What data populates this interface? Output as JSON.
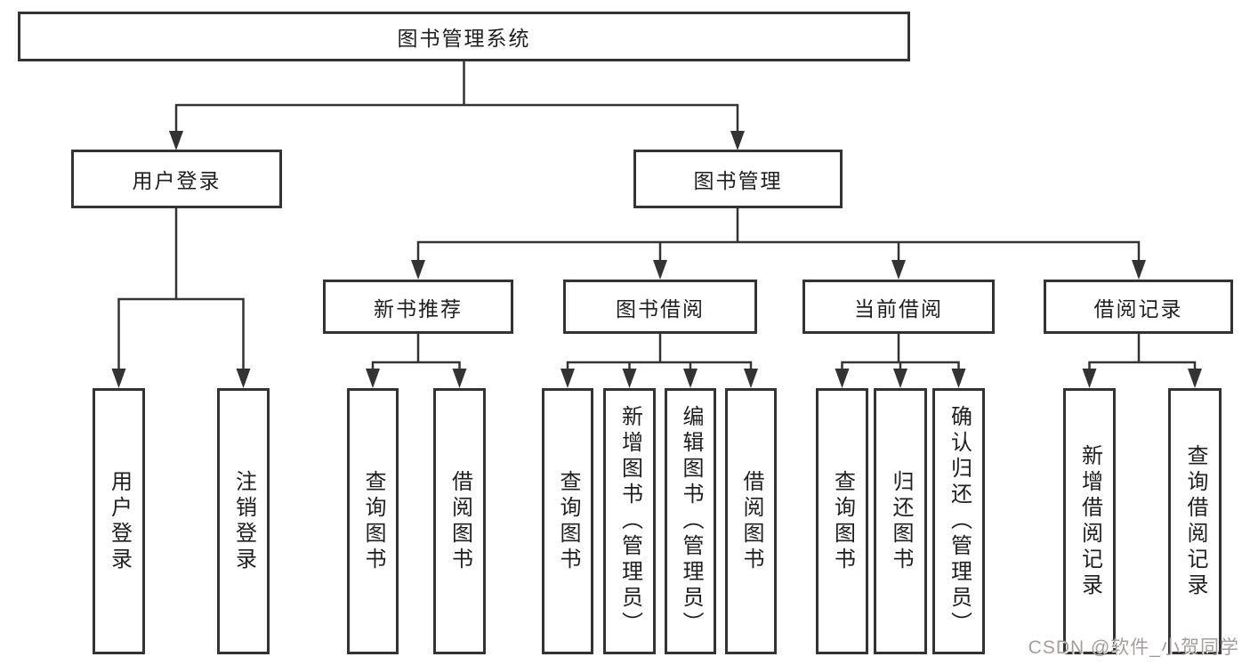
{
  "diagram": {
    "title": "图书管理系统",
    "root": {
      "label": "图书管理系统"
    },
    "level2": [
      {
        "label": "用户登录"
      },
      {
        "label": "图书管理"
      }
    ],
    "level3": [
      {
        "label": "新书推荐"
      },
      {
        "label": "图书借阅"
      },
      {
        "label": "当前借阅"
      },
      {
        "label": "借阅记录"
      }
    ],
    "leaves": {
      "user_login": [
        "用户登录",
        "注销登录"
      ],
      "new_book_recommend": [
        "查询图书",
        "借阅图书"
      ],
      "book_borrow": [
        "查询图书",
        "新增图书（管理员）",
        "编辑图书（管理员）",
        "借阅图书"
      ],
      "current_borrow": [
        "查询图书",
        "归还图书",
        "确认归还（管理员）"
      ],
      "borrow_record": [
        "新增借阅记录",
        "查询借阅记录"
      ]
    }
  },
  "watermark": {
    "text": "CSDN @软件_小贺同学"
  },
  "colors": {
    "line": "#333333",
    "box_border": "#333333",
    "text": "#1f1f1f",
    "background": "#ffffff",
    "watermark": "#a79c9c"
  }
}
